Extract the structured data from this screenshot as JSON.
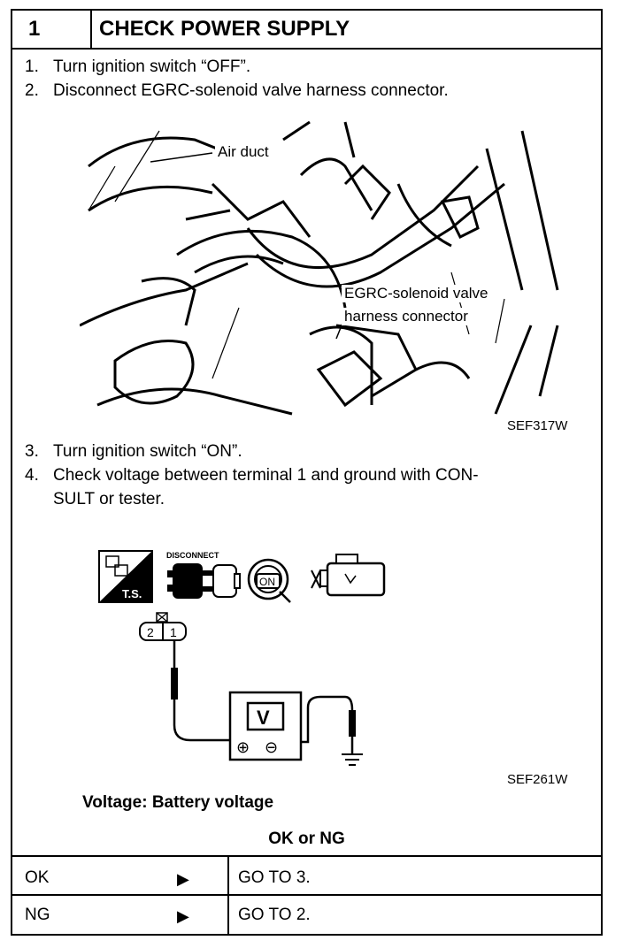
{
  "header": {
    "step_number": "1",
    "title": "CHECK POWER SUPPLY"
  },
  "steps_a": [
    {
      "num": "1.",
      "text": "Turn ignition switch “OFF”."
    },
    {
      "num": "2.",
      "text": "Disconnect EGRC-solenoid valve harness connector."
    }
  ],
  "figure1": {
    "label_air_duct": "Air duct",
    "label_connector_line1": "EGRC-solenoid valve",
    "label_connector_line2": "harness connector",
    "code": "SEF317W"
  },
  "steps_b": [
    {
      "num": "3.",
      "text": "Turn ignition switch “ON”."
    },
    {
      "num": "4.",
      "text": "Check voltage between terminal 1 and ground with CON-",
      "cont": "SULT or tester."
    }
  ],
  "figure2": {
    "ts_label": "T.S.",
    "disconnect_label": "DISCONNECT",
    "on_label": "ON",
    "terminal_2": "2",
    "terminal_1": "1",
    "meter_label": "V",
    "plus": "⊕",
    "minus": "⊖",
    "code": "SEF261W"
  },
  "spec": "Voltage: Battery voltage",
  "decision": {
    "prompt": "OK or NG",
    "rows": [
      {
        "result": "OK",
        "arrow": "▶",
        "action": "GO TO 3."
      },
      {
        "result": "NG",
        "arrow": "▶",
        "action": "GO TO 2."
      }
    ]
  }
}
